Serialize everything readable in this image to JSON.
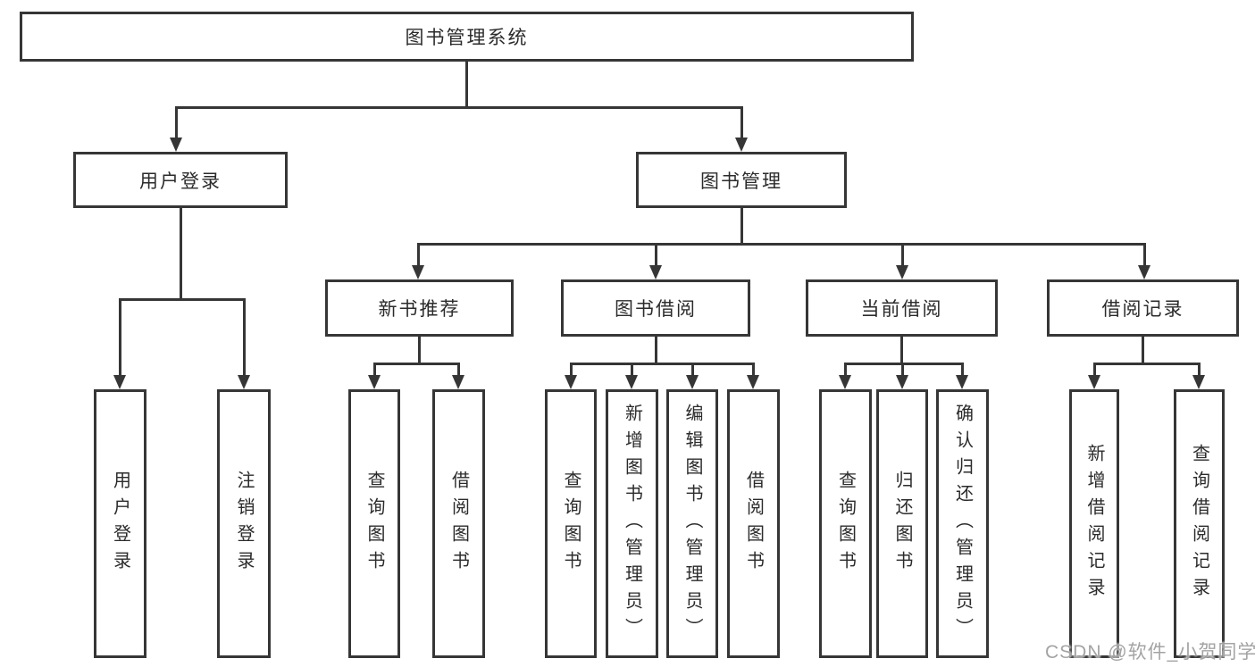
{
  "diagram": {
    "type": "tree",
    "tree": {
      "label": "图书管理系统",
      "children": [
        {
          "label": "用户登录",
          "children": [
            {
              "label": "用户登录"
            },
            {
              "label": "注销登录"
            }
          ]
        },
        {
          "label": "图书管理",
          "children": [
            {
              "label": "新书推荐",
              "children": [
                {
                  "label": "查询图书"
                },
                {
                  "label": "借阅图书"
                }
              ]
            },
            {
              "label": "图书借阅",
              "children": [
                {
                  "label": "查询图书"
                },
                {
                  "label": "新增图书（管理员）"
                },
                {
                  "label": "编辑图书（管理员）"
                },
                {
                  "label": "借阅图书"
                }
              ]
            },
            {
              "label": "当前借阅",
              "children": [
                {
                  "label": "查询图书"
                },
                {
                  "label": "归还图书"
                },
                {
                  "label": "确认归还（管理员）"
                }
              ]
            },
            {
              "label": "借阅记录",
              "children": [
                {
                  "label": "新增借阅记录"
                },
                {
                  "label": "查询借阅记录"
                }
              ]
            }
          ]
        }
      ]
    },
    "colors": {
      "line": "#363636",
      "box_border": "#363636",
      "box_fill": "#ffffff",
      "text": "#2b2b2b",
      "watermark_text": "#9e9e9e",
      "background": "#ffffff"
    }
  },
  "watermark": "CSDN @软件_小贺同学"
}
